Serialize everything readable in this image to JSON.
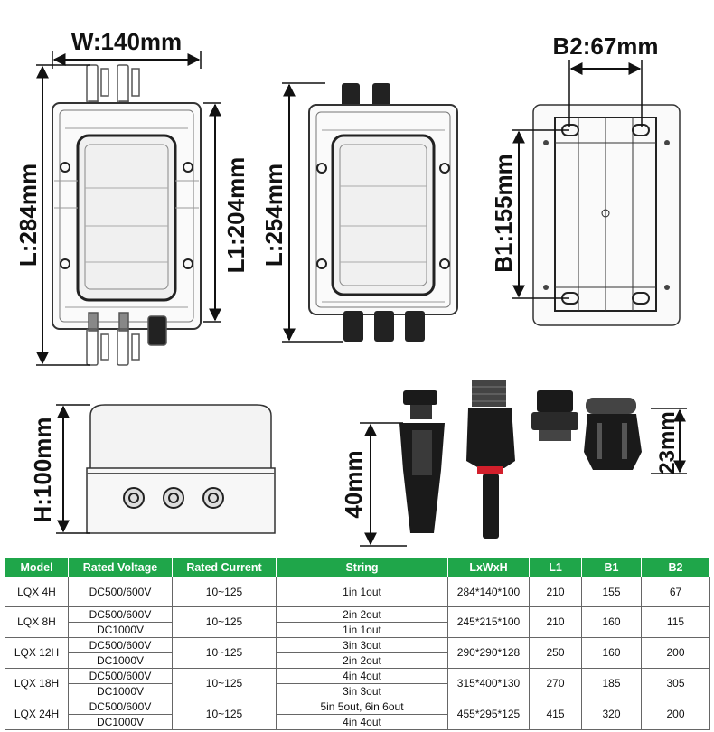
{
  "dimensions": {
    "w": "W:140mm",
    "l": "L:284mm",
    "l1": "L1:204mm",
    "l2": "L:254mm",
    "b2": "B2:67mm",
    "b1": "B1:155mm",
    "h": "H:100mm",
    "connector": "40mm",
    "gland": "23mm"
  },
  "table": {
    "headers": [
      "Model",
      "Rated Voltage",
      "Rated Current",
      "String",
      "LxWxH",
      "L1",
      "B1",
      "B2"
    ],
    "rows": [
      {
        "model": "LQX 4H",
        "voltage": [
          "DC500/600V"
        ],
        "current": "10~125",
        "string": [
          "1in 1out"
        ],
        "size": "284*140*100",
        "l1": "210",
        "b1": "155",
        "b2": "67"
      },
      {
        "model": "LQX 8H",
        "voltage": [
          "DC500/600V",
          "DC1000V"
        ],
        "current": "10~125",
        "string": [
          "2in 2out",
          "1in 1out"
        ],
        "size": "245*215*100",
        "l1": "210",
        "b1": "160",
        "b2": "115"
      },
      {
        "model": "LQX 12H",
        "voltage": [
          "DC500/600V",
          "DC1000V"
        ],
        "current": "10~125",
        "string": [
          "3in 3out",
          "2in 2out"
        ],
        "size": "290*290*128",
        "l1": "250",
        "b1": "160",
        "b2": "200"
      },
      {
        "model": "LQX 18H",
        "voltage": [
          "DC500/600V",
          "DC1000V"
        ],
        "current": "10~125",
        "string": [
          "4in 4out",
          "3in 3out"
        ],
        "size": "315*400*130",
        "l1": "270",
        "b1": "185",
        "b2": "305"
      },
      {
        "model": "LQX 24H",
        "voltage": [
          "DC500/600V",
          "DC1000V"
        ],
        "current": "10~125",
        "string": [
          "5in 5out, 6in 6out",
          "4in 4out"
        ],
        "size": "455*295*125",
        "l1": "415",
        "b1": "320",
        "b2": "200"
      }
    ]
  }
}
